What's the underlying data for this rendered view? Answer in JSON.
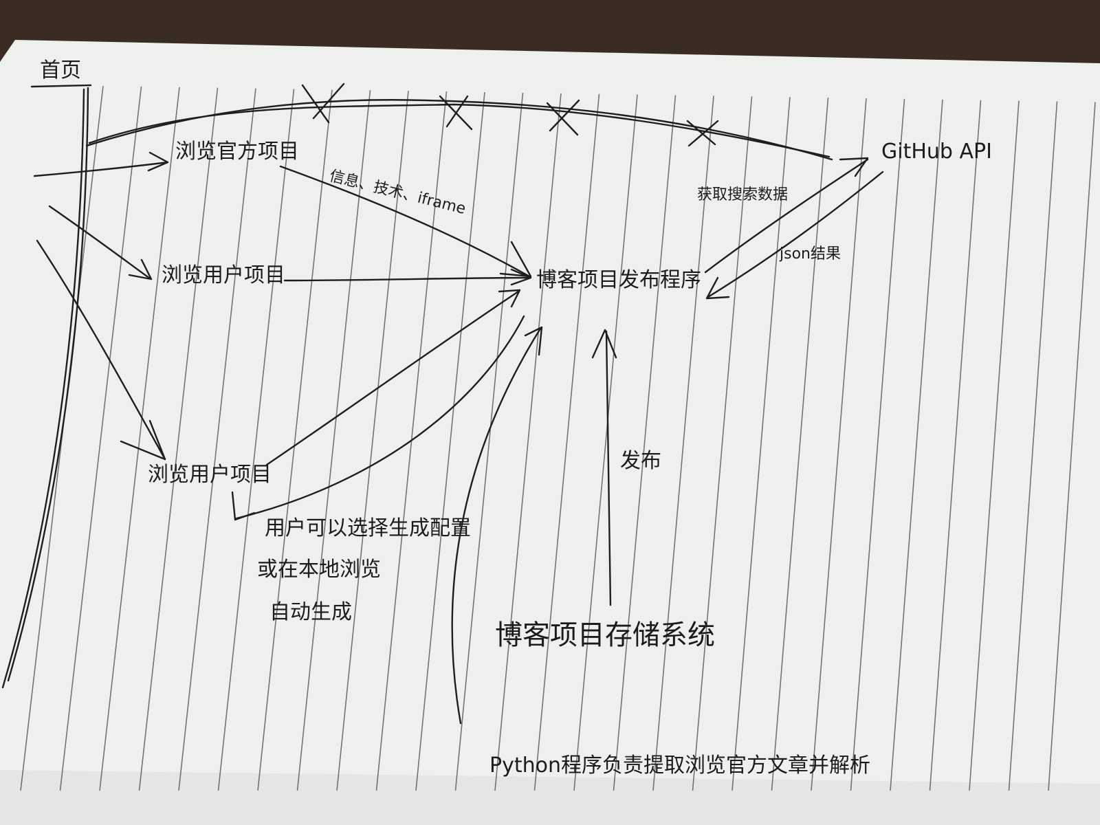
{
  "diagram": {
    "margin_label": "首页",
    "nodes": {
      "official_site": "浏览官方项目",
      "user_site_1": "浏览用户项目",
      "user_site_2": "浏览用户项目",
      "publisher": "博客项目发布程序",
      "github_api": "GitHub API",
      "storage": "博客项目存储系统",
      "python_program": "Python程序负责提取浏览官方文章并解析"
    },
    "edge_labels": {
      "official_to_publisher": "信息、技术、iframe",
      "publisher_to_github": "获取搜索数据",
      "github_to_publisher": "json结果",
      "storage_to_publisher": "发布",
      "user_note_line1": "用户可以选择生成配置",
      "user_note_line2": "或在本地浏览",
      "user_note_line3": "自动生成"
    },
    "colors": {
      "paper": "#eef0ed",
      "ink": "#1e1e1e",
      "ruling": "#4a4a4a",
      "table": "#3a2c22"
    }
  }
}
